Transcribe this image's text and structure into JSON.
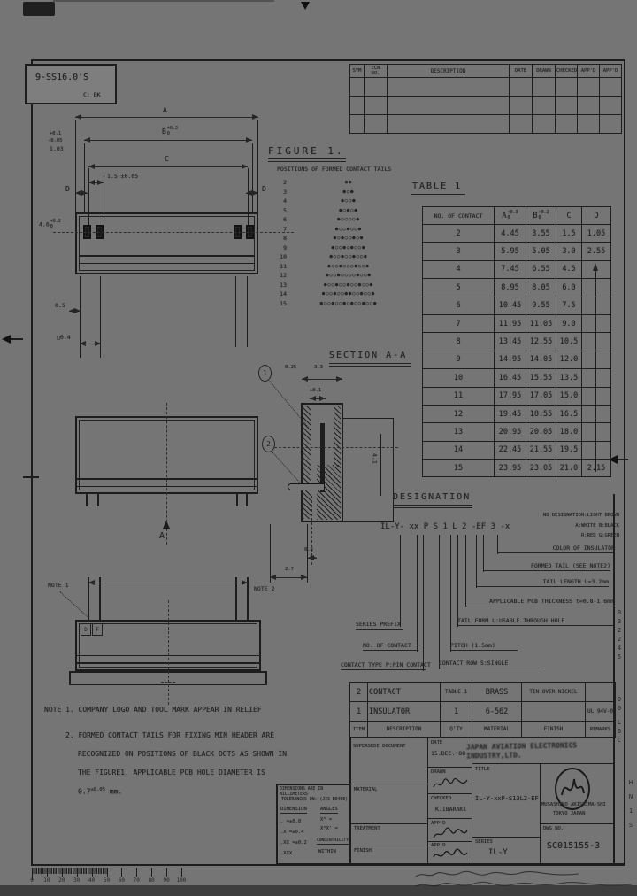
{
  "stamp": {
    "line1": "9-SS16.0'S",
    "line2": "C: BK"
  },
  "revision_table": {
    "headers": [
      "SYM",
      "ECN NO.",
      "DESCRIPTION",
      "DATE",
      "DRAWN",
      "CHECKED",
      "APP'D",
      "APP'D"
    ]
  },
  "figure1": {
    "title": "FIGURE 1.",
    "subtitle": "POSITIONS OF FORMED CONTACT TAILS",
    "rows": [
      {
        "count": "2",
        "pattern": "●●"
      },
      {
        "count": "3",
        "pattern": "●○●"
      },
      {
        "count": "4",
        "pattern": "●○○●"
      },
      {
        "count": "5",
        "pattern": "●○●○●"
      },
      {
        "count": "6",
        "pattern": "●○○○○●"
      },
      {
        "count": "7",
        "pattern": "●○○●○○●"
      },
      {
        "count": "8",
        "pattern": "●○●○○●○●"
      },
      {
        "count": "9",
        "pattern": "●○○●○●○○●"
      },
      {
        "count": "10",
        "pattern": "●○○●○○●○○●"
      },
      {
        "count": "11",
        "pattern": "●○○●○○○●○○●"
      },
      {
        "count": "12",
        "pattern": "●○○●○○○○●○○●"
      },
      {
        "count": "13",
        "pattern": "●○○●○○●○○●○○●"
      },
      {
        "count": "14",
        "pattern": "●○○●○○●●○○●○○●"
      },
      {
        "count": "15",
        "pattern": "●○○●○○●○●○○●○○●"
      }
    ]
  },
  "table1": {
    "title": "TABLE 1",
    "headers": {
      "contact": "NO. OF CONTACT",
      "a": "A",
      "a_tol_top": "+0.3",
      "a_tol_bot": "0",
      "b": "B",
      "b_tol_top": "+0.2",
      "b_tol_bot": "0",
      "c": "C",
      "d": "D"
    },
    "rows": [
      {
        "n": "2",
        "a": "4.45",
        "b": "3.55",
        "c": "1.5",
        "d": "1.05"
      },
      {
        "n": "3",
        "a": "5.95",
        "b": "5.05",
        "c": "3.0",
        "d": "2.55"
      },
      {
        "n": "4",
        "a": "7.45",
        "b": "6.55",
        "c": "4.5",
        "d": ""
      },
      {
        "n": "5",
        "a": "8.95",
        "b": "8.05",
        "c": "6.0",
        "d": ""
      },
      {
        "n": "6",
        "a": "10.45",
        "b": "9.55",
        "c": "7.5",
        "d": ""
      },
      {
        "n": "7",
        "a": "11.95",
        "b": "11.05",
        "c": "9.0",
        "d": ""
      },
      {
        "n": "8",
        "a": "13.45",
        "b": "12.55",
        "c": "10.5",
        "d": ""
      },
      {
        "n": "9",
        "a": "14.95",
        "b": "14.05",
        "c": "12.0",
        "d": ""
      },
      {
        "n": "10",
        "a": "16.45",
        "b": "15.55",
        "c": "13.5",
        "d": ""
      },
      {
        "n": "11",
        "a": "17.95",
        "b": "17.05",
        "c": "15.0",
        "d": ""
      },
      {
        "n": "12",
        "a": "19.45",
        "b": "18.55",
        "c": "16.5",
        "d": ""
      },
      {
        "n": "13",
        "a": "20.95",
        "b": "20.05",
        "c": "18.0",
        "d": ""
      },
      {
        "n": "14",
        "a": "22.45",
        "b": "21.55",
        "c": "19.5",
        "d": ""
      },
      {
        "n": "15",
        "a": "23.95",
        "b": "23.05",
        "c": "21.0",
        "d": "2.15"
      }
    ]
  },
  "top_view": {
    "dim_a": "A",
    "dim_b": "B",
    "dim_b_tol_top": "+0.3",
    "dim_b_tol_bot": "0",
    "dim_c": "C",
    "dim_pitch": "1.5 ±0.05",
    "dim_d_left": "D",
    "dim_d_right": "D",
    "h_tol_top": "+0.1",
    "h_tol_mid": "-0.05",
    "h_val": "1.03",
    "v_val": "4.6",
    "v_tol_top": "+0.2",
    "v_tol_bot": "0",
    "below_1": "0.5",
    "below_2": "□0.4",
    "section_label": "A"
  },
  "section_aa": {
    "title": "SECTION A-A",
    "dim_025": "0.25",
    "dim_33": "3.3",
    "dim_tol": "±0.1",
    "dim_41": "4.1",
    "dim_06": "0.6",
    "dim_27": "2.7",
    "balloon_upper": "1",
    "balloon_lower": "2"
  },
  "bottom_view": {
    "note1": "NOTE 1",
    "note2": "NOTE 2",
    "cell1": "D",
    "cell2": "F"
  },
  "designation": {
    "title": "DESIGNATION",
    "part_number": "IL-Y- xx P  S  1 L 2 -EF 3  -x",
    "color_note1": "NO DESIGNATION:LIGHT BROWN",
    "color_note2": "A:WHITE  B:BLACK",
    "color_note3": "R:RED  G:GREEN",
    "color_label": "COLOR OF INSULATOR",
    "formed_tail": "FORMED TAIL (SEE NOTE2)",
    "tail_length": "TAIL LENGTH L=3.2mm",
    "pcb_thickness": "APPLICABLE PCB THICKNESS t=0.8-1.6mm",
    "tail_form": "TAIL FORM   L:USABLE THROUGH HOLE",
    "pitch": "PITCH (1.5mm)",
    "contact_row": "CONTACT ROW  S:SINGLE",
    "series_prefix": "SERIES PREFIX",
    "no_of_contact": "NO. OF CONTACT",
    "contact_type": "CONTACT TYPE  P:PIN CONTACT"
  },
  "notes": {
    "line1": "NOTE 1. COMPANY LOGO AND TOOL MARK APPEAR IN RELIEF",
    "line2": "2. FORMED CONTACT TAILS FOR FIXING MIN HEADER ARE",
    "line3": "RECOGNIZED ON POSITIONS OF BLACK DOTS AS SHOWN IN",
    "line4": "THE FIGURE1. APPLICABLE PCB HOLE DIAMETER IS",
    "line5_value": "0.7",
    "line5_tol": "±0.05",
    "line5_unit": "mm."
  },
  "parts_table": {
    "headers": [
      "ITEM",
      "DESCRIPTION",
      "Q'TY",
      "MATERIAL",
      "FINISH",
      "REMARKS"
    ],
    "rows": [
      {
        "item": "2",
        "description": "CONTACT",
        "qty": "TABLE 1",
        "material": "BRASS",
        "finish": "TIN OVER NICKEL",
        "remarks": ""
      },
      {
        "item": "1",
        "description": "INSULATOR",
        "qty": "1",
        "material": "6-562",
        "finish": "",
        "remarks": "UL 94V-0"
      }
    ]
  },
  "tolerance_box": {
    "line1": "DIMENSIONS ARE IN MILLIMETERS",
    "line2": "TOLERANCES ON: (JIS B0408)",
    "col1": "DIMENSION",
    "col2": "ANGLES",
    "dim_rows": [
      ".    =±0.8",
      ".X   =±0.4",
      ".XX  =±0.2",
      ".XXX"
    ],
    "angle_rows": [
      "X°  =",
      "X°X' ="
    ],
    "conc_label": "CONCENTRICITY",
    "conc_value": "WITHIN"
  },
  "title_block": {
    "supersede": "SUPERSEDE DOCUMENT",
    "material_label": "MATERIAL",
    "treatment_label": "TREATMENT",
    "finish_label": "FINISH",
    "date_label": "DATE",
    "date_value": "15.DEC.'88",
    "drawn_label": "DRAWN",
    "checked_label": "CHECKED",
    "checked_value": "K.IBARAKI",
    "appd_label1": "APP'D",
    "appd_label2": "APP'D",
    "title_label": "TITLE",
    "title_value": "IL-Y-xxP-S13L2-EF",
    "series_label": "SERIES",
    "series_value": "IL-Y",
    "dwg_label": "DWG NO.",
    "dwg_value": "SC015155-3",
    "company_stamp": "JAPAN AVIATION ELECTRONICS INDUSTRY,LTD.",
    "address1": "MUSASHINO AKISHIMA-SHI",
    "address2": "TOKYO JAPAN"
  },
  "margin": {
    "strip1": "032245",
    "strip2": "00",
    "strip3": "L6C",
    "strip4": "HN1S"
  },
  "ruler": {
    "labels": [
      "0",
      "10",
      "20",
      "30",
      "40",
      "50",
      "60",
      "70",
      "80",
      "90",
      "100"
    ]
  }
}
